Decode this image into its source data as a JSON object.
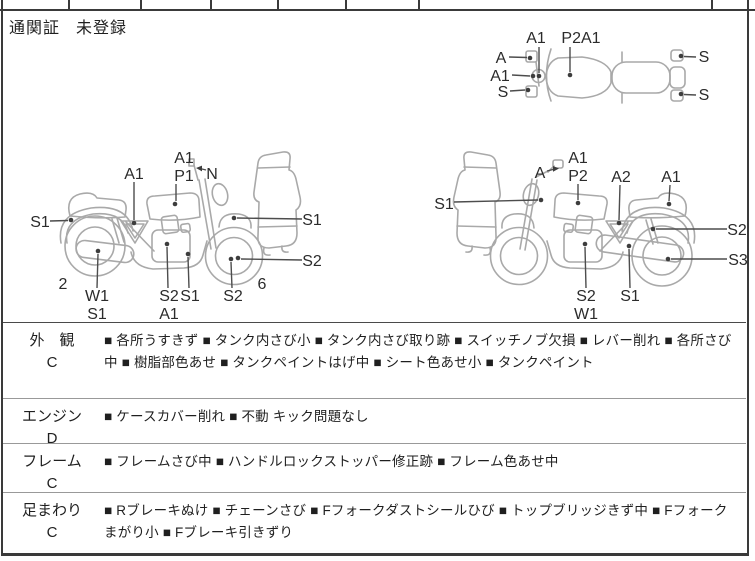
{
  "sheet": {
    "customs": {
      "label": "通関証",
      "value": "未登録"
    }
  },
  "diagrams": {
    "top_view": {
      "labels": [
        "A1",
        "P2A1",
        "A",
        "A1",
        "S",
        "S",
        "S"
      ]
    },
    "left_view": {
      "labels": [
        "A1",
        "A1",
        "P1",
        "N",
        "S1",
        "S1",
        "S2",
        "2",
        "W1",
        "S1",
        "S2",
        "A1",
        "S1",
        "S2",
        "6"
      ]
    },
    "right_view": {
      "labels": [
        "A",
        "A1",
        "P2",
        "A2",
        "A1",
        "S1",
        "S2",
        "S3",
        "S2",
        "W1",
        "S1"
      ]
    }
  },
  "inspection": {
    "rows": [
      {
        "category": "外　観",
        "grade": "C",
        "notes": "■ 各所うすきず ■ タンク内さび小 ■ タンク内さび取り跡 ■ スイッチノブ欠損 ■ レバー削れ ■ 各所さび中 ■ 樹脂部色あせ ■ タンクペイントはげ中 ■ シート色あせ小 ■ タンクペイント"
      },
      {
        "category": "エンジン",
        "grade": "D",
        "notes": "■ ケースカバー削れ ■ 不動 キック問題なし"
      },
      {
        "category": "フレーム",
        "grade": "C",
        "notes": "■ フレームさび中 ■ ハンドルロックストッパー修正跡 ■ フレーム色あせ中"
      },
      {
        "category": "足まわり",
        "grade": "C",
        "notes": "■ Rブレーキぬけ ■ チェーンさび ■ Fフォークダストシールひび ■ トップブリッジきず中 ■ Fフォークまがり小 ■ Fブレーキ引きずり"
      }
    ]
  },
  "colors": {
    "ink": "#1f1f1f",
    "line_art": "#a9a9a9",
    "border": "#3a3a3a",
    "row_separator": "#999999"
  }
}
